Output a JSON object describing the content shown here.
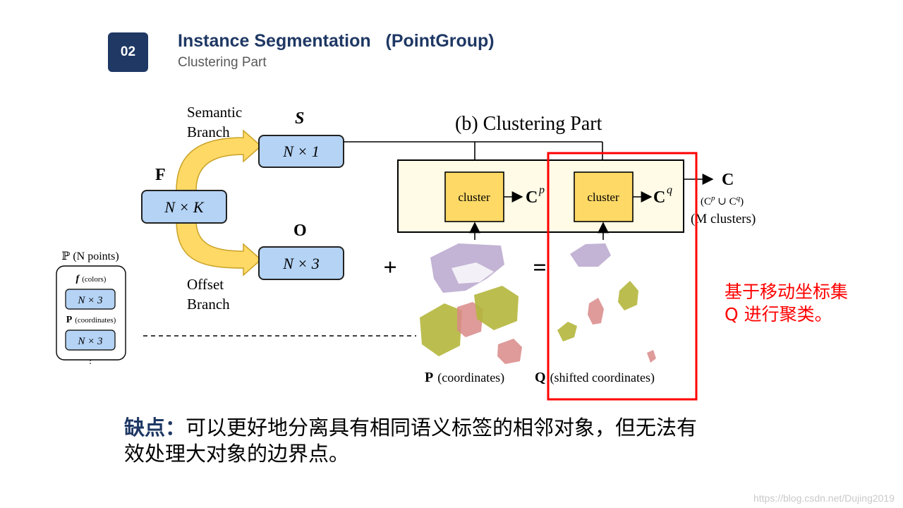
{
  "header": {
    "badge": "02",
    "title": "Instance Segmentation   (PointGroup)",
    "subtitle": "Clustering Part"
  },
  "diagram": {
    "section_title": "(b) Clustering Part",
    "semantic_branch_line1": "Semantic",
    "semantic_branch_line2": "Branch",
    "offset_branch_line1": "Offset",
    "offset_branch_line2": "Branch",
    "f_label": "F",
    "f_box": "N × K",
    "s_label": "S",
    "s_box": "N × 1",
    "o_label": "O",
    "o_box": "N × 3",
    "cluster_p": "cluster",
    "cluster_q": "cluster",
    "cp": "C",
    "cp_sup": "p",
    "cq": "C",
    "cq_sup": "q",
    "c_out": "C",
    "c_union": "(C",
    "c_union_p": "p",
    "c_union_mid": " ∪ C",
    "c_union_q": "q",
    "c_union_end": ")",
    "m_clusters": "(M clusters)",
    "plus": "+",
    "equals": "=",
    "p_coords_bold": "P",
    "p_coords": "(coordinates)",
    "q_coords_bold": "Q",
    "q_coords": "(shifted coordinates)",
    "points_label": "ℙ (N points)",
    "colors_label": "(colors)",
    "colors_symbol": "f",
    "colors_box": "N × 3",
    "coord_label_bold": "P",
    "coord_label": "(coordinates)",
    "coord_box": "N × 3"
  },
  "annotation": {
    "line1": "基于移动坐标集",
    "line2": "Q 进行聚类。"
  },
  "conclusion": {
    "label": "缺点：",
    "text_line1": "可以更好地分离具有相同语义标签的相邻对象，但无法有",
    "text_line2": "效处理大对象的边界点。"
  },
  "watermark": "https://blog.csdn.net/Dujing2019",
  "colors": {
    "navy": "#1f3864",
    "box_blue": "#b4d3f5",
    "arrow_yellow": "#ffd966",
    "cluster_gold": "#ffd966",
    "panel_cream": "#fffbe6",
    "highlight_red": "#ff0000"
  }
}
